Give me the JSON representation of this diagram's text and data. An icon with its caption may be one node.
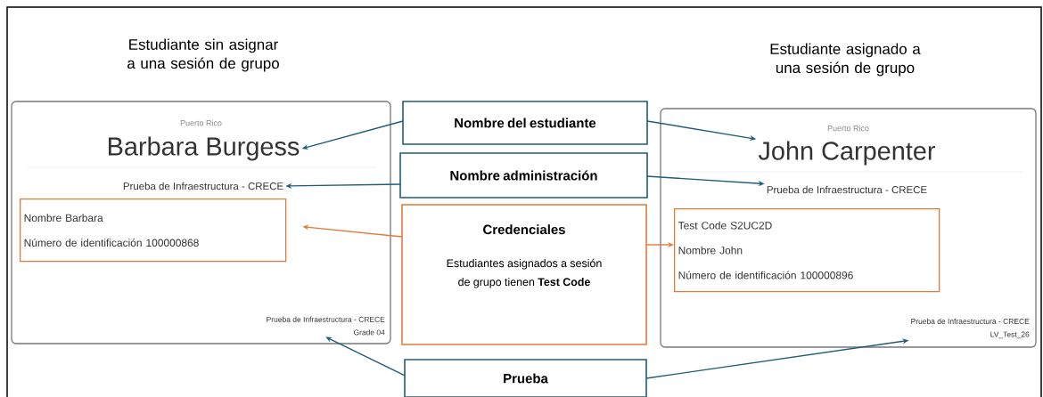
{
  "diagram": {
    "nodes": [
      {
        "text": [
          "Estudiante sin asignar a una sesión de grupo",
          "Puerto Rico"
        ]
      },
      {
        "text": [
          "Barbara Burgess"
        ],
        "in": 0
      },
      {
        "text": [
          "Prueba de Infraestructura - CRECE"
        ],
        "in": 0
      },
      {
        "text": [
          "Nombre Barbara",
          "Número de identificación 100000868"
        ],
        "in": 0
      },
      {
        "text": [
          "Prueba de Infraestructura - CRECE",
          "Grade 04"
        ],
        "in": 0
      },
      {
        "text": [
          "Nombre del estudiante"
        ]
      },
      {
        "text": [
          "Nombre administración"
        ]
      },
      {
        "text": [
          "Credenciales",
          "Estudiantes asignados a sesión de grupo tienen **Test Code**"
        ]
      },
      {
        "text": [
          "Prueba"
        ]
      },
      {
        "text": [
          "Estudiante asignado a una sesión de grupo",
          "Puerto Rico"
        ]
      },
      {
        "text": [
          "John Carpenter"
        ],
        "in": 9
      },
      {
        "text": [
          "Prueba de Infraestructura - CRECE"
        ],
        "in": 9
      },
      {
        "text": [
          "Test Code S2UC2D",
          "Nombre John",
          "Número de identificación 100000896"
        ],
        "in": 9
      },
      {
        "text": [
          "Prueba de Infraestructura - CRECE",
          "LV_Test_26"
        ],
        "in": 9
      }
    ],
    "edges": [
      {
        "from": 5,
        "to": 1,
        "arrow": "to"
      },
      {
        "from": 5,
        "to": 10,
        "arrow": "to"
      },
      {
        "from": 6,
        "to": 2,
        "arrow": "to"
      },
      {
        "from": 6,
        "to": 11,
        "arrow": "to"
      },
      {
        "from": 7,
        "to": 3,
        "arrow": "to",
        "color": "#e07b39"
      },
      {
        "from": 7,
        "to": 12,
        "arrow": "to",
        "color": "#e07b39"
      },
      {
        "from": 8,
        "to": 4,
        "arrow": "to"
      },
      {
        "from": 8,
        "to": 13,
        "arrow": "to"
      }
    ]
  }
}
